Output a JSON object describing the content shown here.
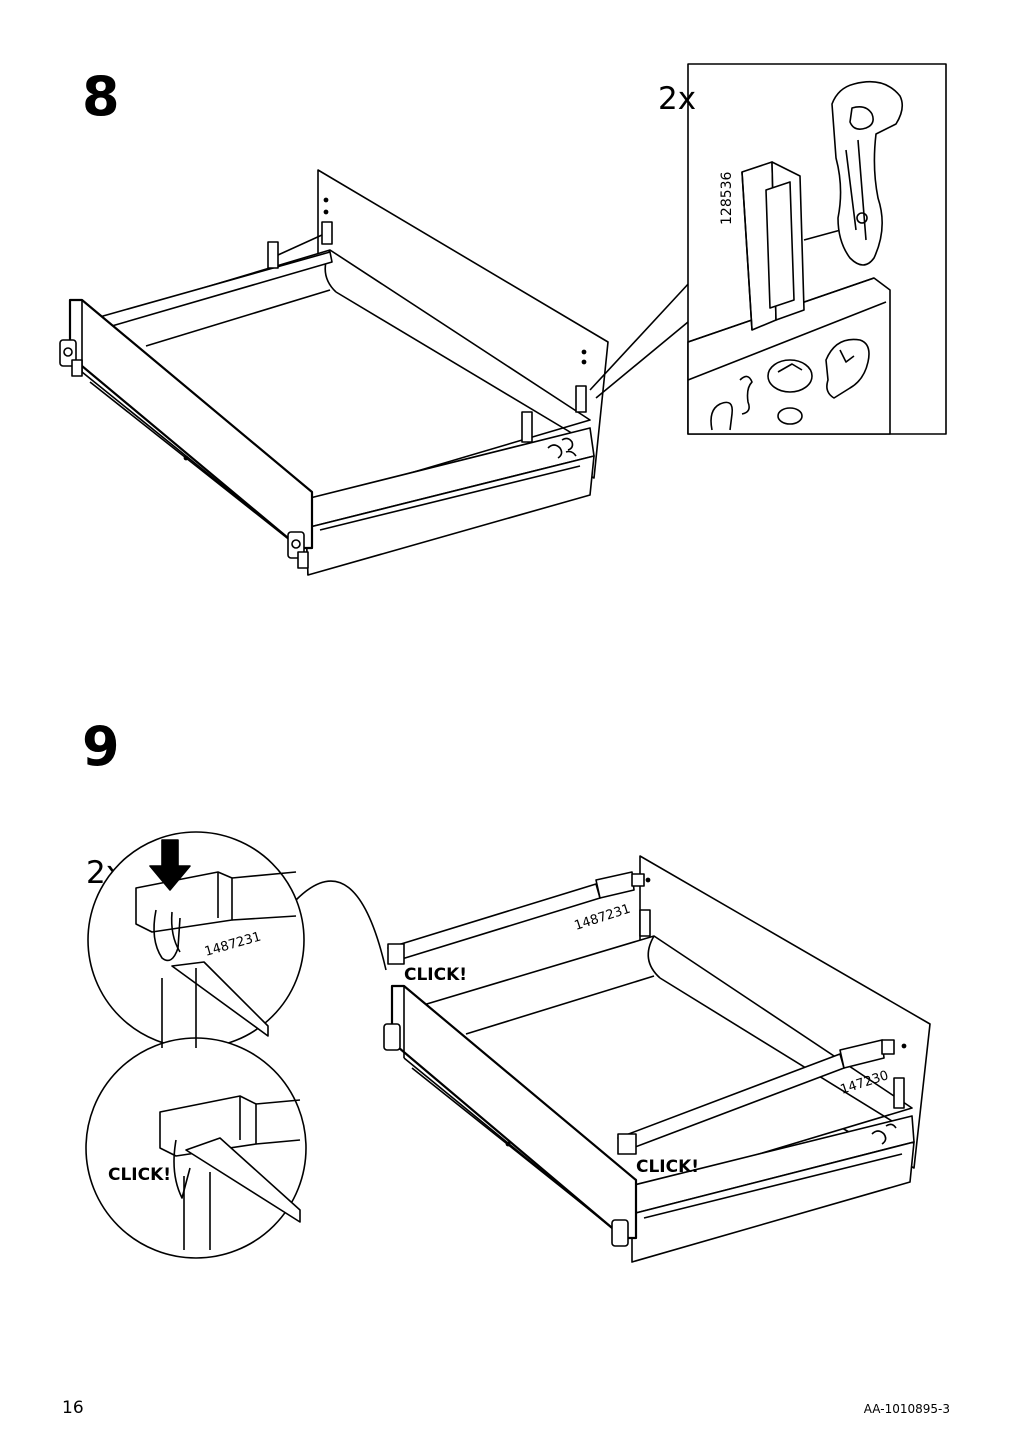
{
  "steps": [
    {
      "number": "8",
      "quantity": "2x",
      "part_number": "128536"
    },
    {
      "number": "9",
      "quantity": "2x",
      "part_number_detail": "1487231",
      "part_number_rear": "1487231",
      "part_number_front": "147230",
      "click_label": "CLICK!"
    }
  ],
  "footer": {
    "page_number": "16",
    "document_id": "AA-1010895-3"
  }
}
